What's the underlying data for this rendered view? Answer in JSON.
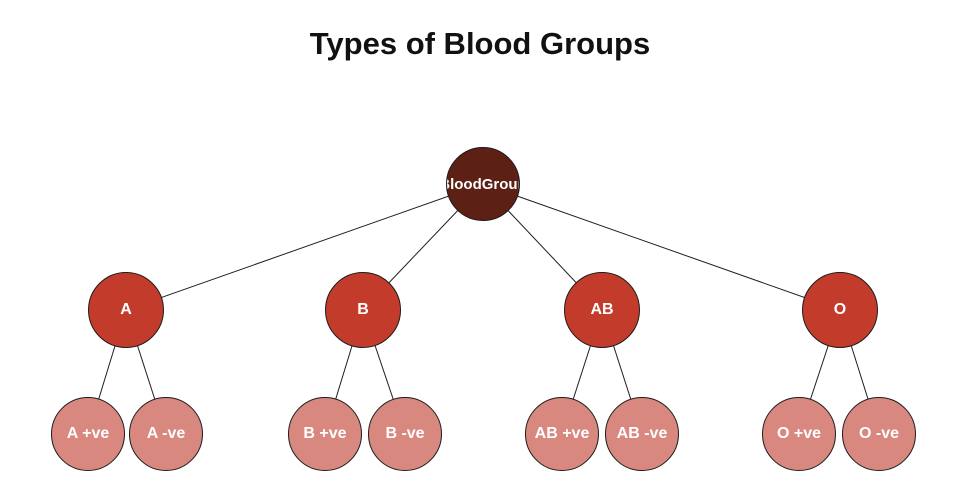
{
  "title": "Types of Blood Groups",
  "colors": {
    "background": "#ffffff",
    "title_color": "#111111",
    "edge_color": "#1f1f1f",
    "node_border": "#1c1c1c",
    "node_label_color": "#ffffff",
    "root_fill": "#5d2015",
    "group_fill": "#c33b2b",
    "leaf_fill": "#d98880"
  },
  "nodes": [
    {
      "id": "blood-group",
      "label": "BloodGroup",
      "level": "root",
      "parent": null
    },
    {
      "id": "a",
      "label": "A",
      "level": "group",
      "parent": "blood-group"
    },
    {
      "id": "b",
      "label": "B",
      "level": "group",
      "parent": "blood-group"
    },
    {
      "id": "ab",
      "label": "AB",
      "level": "group",
      "parent": "blood-group"
    },
    {
      "id": "o",
      "label": "O",
      "level": "group",
      "parent": "blood-group"
    },
    {
      "id": "a-positive",
      "label": "A +ve",
      "level": "leaf",
      "parent": "a"
    },
    {
      "id": "a-negative",
      "label": "A -ve",
      "level": "leaf",
      "parent": "a"
    },
    {
      "id": "b-positive",
      "label": "B +ve",
      "level": "leaf",
      "parent": "b"
    },
    {
      "id": "b-negative",
      "label": "B -ve",
      "level": "leaf",
      "parent": "b"
    },
    {
      "id": "ab-positive",
      "label": "AB +ve",
      "level": "leaf",
      "parent": "ab"
    },
    {
      "id": "ab-negative",
      "label": "AB -ve",
      "level": "leaf",
      "parent": "ab"
    },
    {
      "id": "o-positive",
      "label": "O +ve",
      "level": "leaf",
      "parent": "o"
    },
    {
      "id": "o-negative",
      "label": "O -ve",
      "level": "leaf",
      "parent": "o"
    }
  ]
}
